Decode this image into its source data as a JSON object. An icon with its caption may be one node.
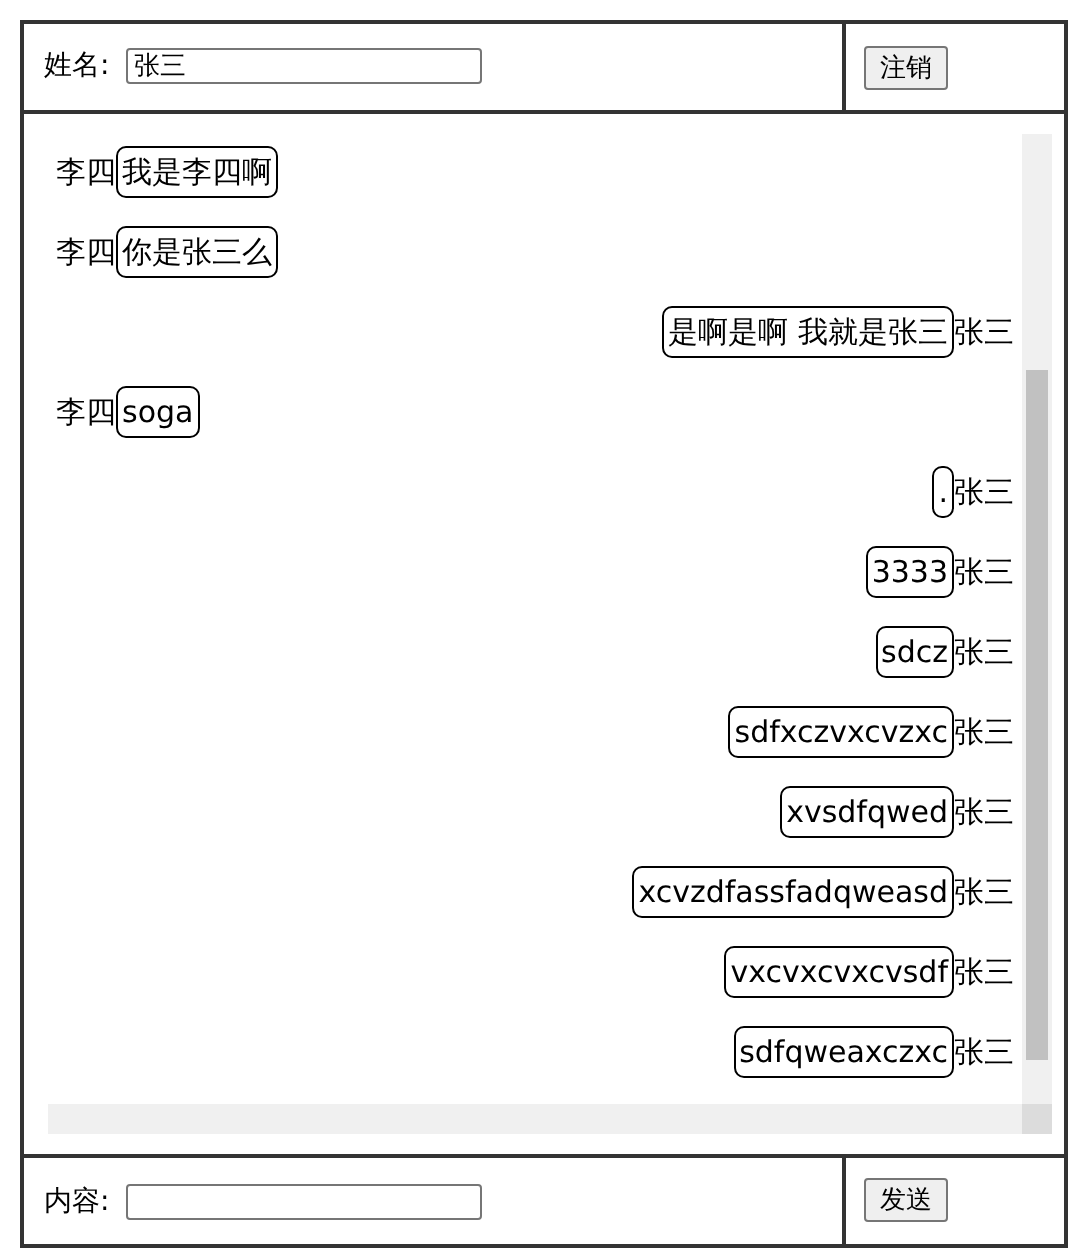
{
  "diagram": {
    "nodes": [
      {
        "text": [
          "我是李四啊"
        ],
        "beside": [
          "李四"
        ]
      },
      {
        "text": [
          "你是张三么"
        ],
        "beside": [
          "李四"
        ]
      },
      {
        "text": [
          "是啊是啊 我就是张三"
        ],
        "beside": [
          "张三"
        ]
      },
      {
        "text": [
          "soga"
        ],
        "beside": [
          "李四"
        ]
      },
      {
        "text": [
          "."
        ],
        "beside": [
          "张三"
        ]
      },
      {
        "text": [
          "3333"
        ],
        "beside": [
          "张三"
        ]
      },
      {
        "text": [
          "sdcz"
        ],
        "beside": [
          "张三"
        ]
      },
      {
        "text": [
          "sdfxczvxcvzxc"
        ],
        "beside": [
          "张三"
        ]
      },
      {
        "text": [
          "xvsdfqwed"
        ],
        "beside": [
          "张三"
        ]
      },
      {
        "text": [
          "xcvzdfassfadqweasd"
        ],
        "beside": [
          "张三"
        ]
      },
      {
        "text": [
          "vxcvxcvxcvsdf"
        ],
        "beside": [
          "张三"
        ]
      },
      {
        "text": [
          "sdfqweaxczxc"
        ],
        "beside": [
          "张三"
        ]
      }
    ],
    "labels": [
      "姓名:",
      "张三",
      "注销",
      "内容:",
      "发送"
    ]
  }
}
